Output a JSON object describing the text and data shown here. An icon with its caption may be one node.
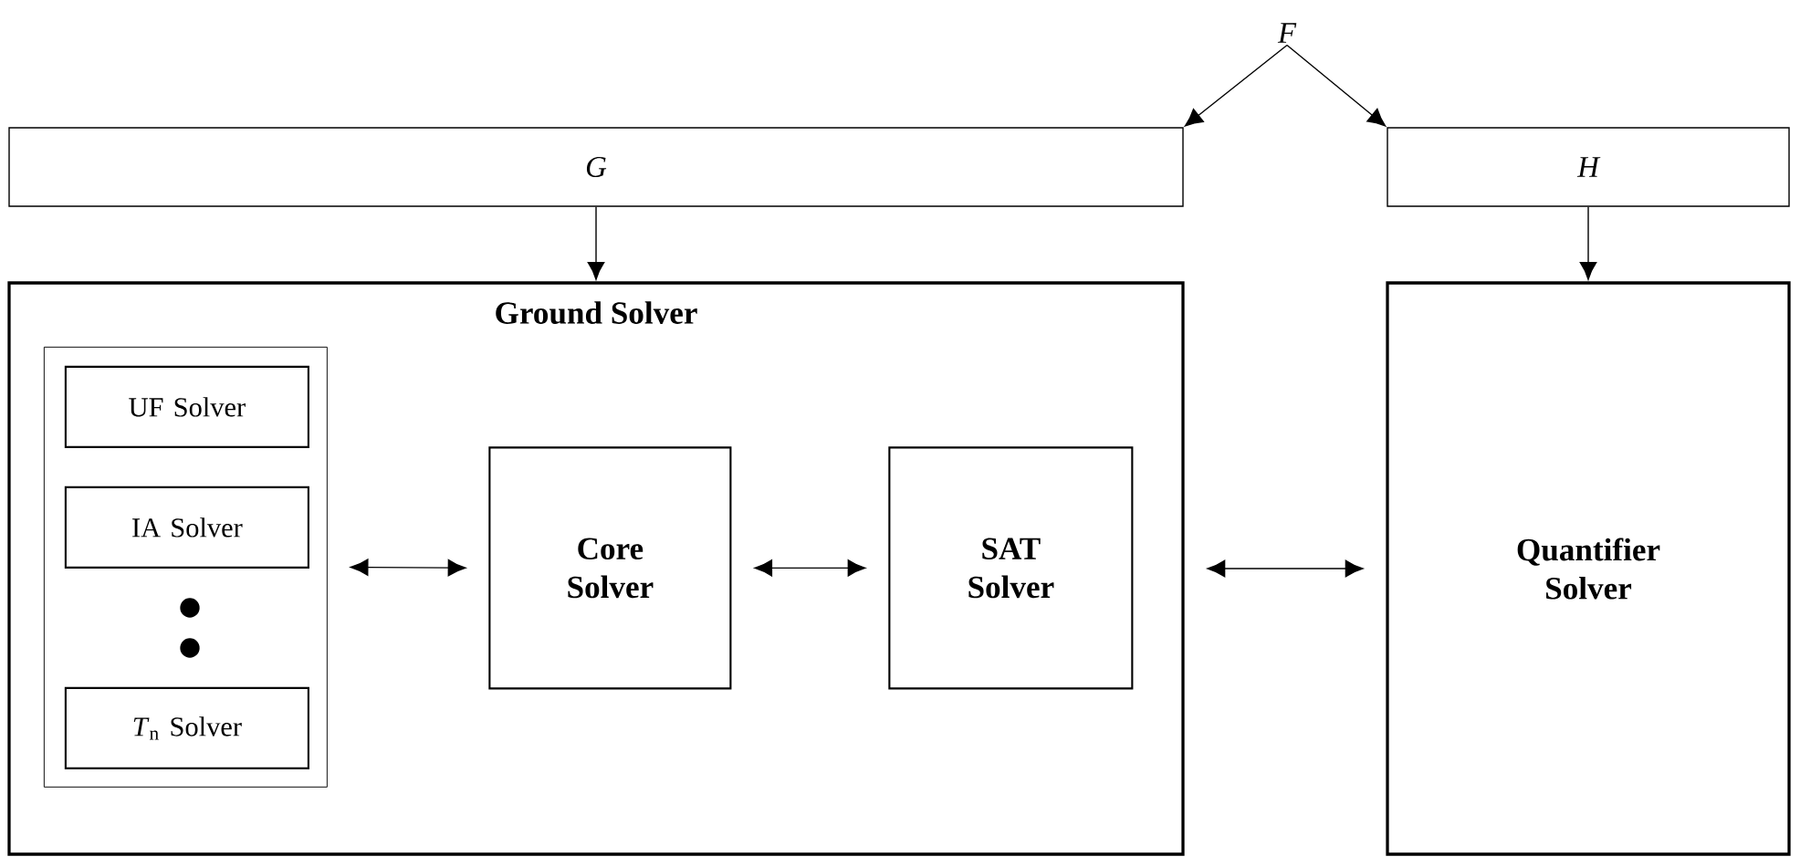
{
  "diagram": {
    "nodes": [
      {
        "text": [
          "F"
        ]
      },
      {
        "text": [
          "G"
        ]
      },
      {
        "text": [
          "H"
        ]
      },
      {
        "text": [
          "Ground Solver"
        ]
      },
      {
        "text": [],
        "shape": "box",
        "in": 3
      },
      {
        "text": [
          "UF Solver"
        ],
        "in": 4
      },
      {
        "text": [
          "IA Solver"
        ],
        "in": 4
      },
      {
        "text": [
          "*T*$_{n}$ Solver"
        ],
        "in": 4
      },
      {
        "text": [
          "Core Solver"
        ],
        "in": 3
      },
      {
        "text": [
          "SAT Solver"
        ],
        "in": 3
      },
      {
        "text": [
          "Quantifier Solver"
        ]
      }
    ],
    "edges": [
      {
        "from": 0,
        "to": 1,
        "arrow": "to"
      },
      {
        "from": 0,
        "to": 2,
        "arrow": "to"
      },
      {
        "from": 1,
        "to": 3,
        "arrow": "to"
      },
      {
        "from": 2,
        "to": 10,
        "arrow": "to"
      },
      {
        "from": 4,
        "to": 8,
        "arrow": "both"
      },
      {
        "from": 8,
        "to": 9,
        "arrow": "both"
      },
      {
        "from": 3,
        "to": 10,
        "arrow": "both"
      }
    ]
  }
}
